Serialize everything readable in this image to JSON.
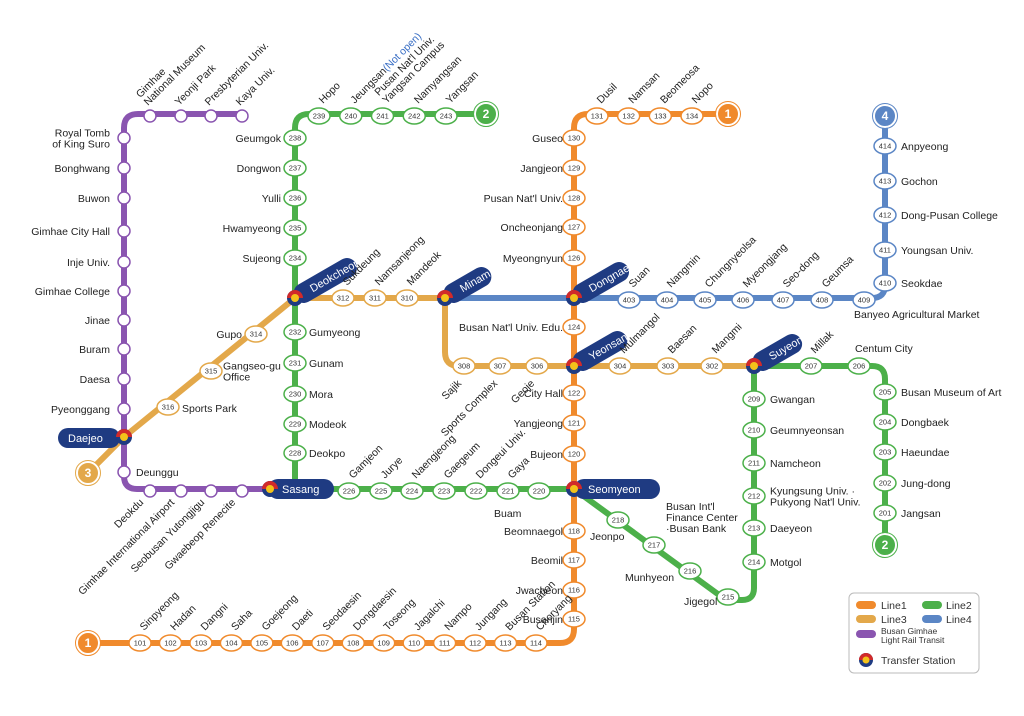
{
  "colors": {
    "line1": "#f08a2c",
    "line2": "#4cb04a",
    "line3": "#e3a84a",
    "line4": "#5b86c5",
    "bgl": "#8a55b0",
    "badge": "#1f3b82",
    "note": "#3a6fc5"
  },
  "lines": {
    "line1": {
      "endpoint": "1",
      "stations": [
        {
          "num": "101",
          "name": "Sinpyeong"
        },
        {
          "num": "102",
          "name": "Hadan"
        },
        {
          "num": "103",
          "name": "Dangni"
        },
        {
          "num": "104",
          "name": "Saha"
        },
        {
          "num": "105",
          "name": "Goejeong"
        },
        {
          "num": "106",
          "name": "Daeti"
        },
        {
          "num": "107",
          "name": "Seodaesin"
        },
        {
          "num": "108",
          "name": "Dongdaesin"
        },
        {
          "num": "109",
          "name": "Toseong"
        },
        {
          "num": "110",
          "name": "Jagalchi"
        },
        {
          "num": "111",
          "name": "Nampo"
        },
        {
          "num": "112",
          "name": "Jungang"
        },
        {
          "num": "113",
          "name": "Busan Station"
        },
        {
          "num": "114",
          "name": "Choryang"
        },
        {
          "num": "115",
          "name": "Busanjin"
        },
        {
          "num": "116",
          "name": "Jwacheon"
        },
        {
          "num": "117",
          "name": "Beomil"
        },
        {
          "num": "118",
          "name": "Beomnaegol"
        },
        {
          "num": "",
          "name": "Seomyeon"
        },
        {
          "num": "120",
          "name": "Bujeon"
        },
        {
          "num": "121",
          "name": "Yangjeong"
        },
        {
          "num": "122",
          "name": "City Hall"
        },
        {
          "num": "",
          "name": "Yeonsan"
        },
        {
          "num": "124",
          "name": "Busan Nat'l Univ. Edu."
        },
        {
          "num": "",
          "name": "Dongnae"
        },
        {
          "num": "126",
          "name": "Myeongnyun"
        },
        {
          "num": "127",
          "name": "Oncheonjang"
        },
        {
          "num": "128",
          "name": "Pusan Nat'l Univ."
        },
        {
          "num": "129",
          "name": "Jangjeon"
        },
        {
          "num": "130",
          "name": "Guseo"
        },
        {
          "num": "131",
          "name": "Dusil"
        },
        {
          "num": "132",
          "name": "Namsan"
        },
        {
          "num": "133",
          "name": "Beomeosa"
        },
        {
          "num": "134",
          "name": "Nopo"
        }
      ]
    },
    "line2": {
      "endpoint": "2",
      "stations": [
        {
          "num": "201",
          "name": "Jangsan"
        },
        {
          "num": "202",
          "name": "Jung-dong"
        },
        {
          "num": "203",
          "name": "Haeundae"
        },
        {
          "num": "204",
          "name": "Dongbaek"
        },
        {
          "num": "205",
          "name": "Busan Museum of Art"
        },
        {
          "num": "206",
          "name": "Centum City"
        },
        {
          "num": "207",
          "name": "Millak"
        },
        {
          "num": "",
          "name": "Suyeong"
        },
        {
          "num": "209",
          "name": "Gwangan"
        },
        {
          "num": "210",
          "name": "Geumnyeonsan"
        },
        {
          "num": "211",
          "name": "Namcheon"
        },
        {
          "num": "212",
          "name": "Kyungsung Univ. · Pukyong Nat'l Univ."
        },
        {
          "num": "213",
          "name": "Daeyeon"
        },
        {
          "num": "214",
          "name": "Motgol"
        },
        {
          "num": "215",
          "name": "Jigegol"
        },
        {
          "num": "216",
          "name": "Munhyeon"
        },
        {
          "num": "217",
          "name": "Busan Int'l Finance Center ·Busan Bank"
        },
        {
          "num": "218",
          "name": "Jeonpo"
        },
        {
          "num": "",
          "name": "Seomyeon"
        },
        {
          "num": "220",
          "name": "Buam"
        },
        {
          "num": "221",
          "name": "Gaya"
        },
        {
          "num": "222",
          "name": "Dongeui Univ."
        },
        {
          "num": "223",
          "name": "Gaegeum"
        },
        {
          "num": "224",
          "name": "Naengjeong"
        },
        {
          "num": "225",
          "name": "Jurye"
        },
        {
          "num": "226",
          "name": "Gamjeon"
        },
        {
          "num": "",
          "name": "Sasang"
        },
        {
          "num": "228",
          "name": "Deokpo"
        },
        {
          "num": "229",
          "name": "Modeok"
        },
        {
          "num": "230",
          "name": "Mora"
        },
        {
          "num": "231",
          "name": "Gunam"
        },
        {
          "num": "232",
          "name": "Gumyeong"
        },
        {
          "num": "",
          "name": "Deokcheon"
        },
        {
          "num": "234",
          "name": "Sujeong"
        },
        {
          "num": "235",
          "name": "Hwamyeong"
        },
        {
          "num": "236",
          "name": "Yulli"
        },
        {
          "num": "237",
          "name": "Dongwon"
        },
        {
          "num": "238",
          "name": "Geumgok"
        },
        {
          "num": "239",
          "name": "Hopo"
        },
        {
          "num": "240",
          "name": "Jeungsan"
        },
        {
          "num": "241",
          "name": "Pusan Nat'l Univ. Yangsan Campus"
        },
        {
          "num": "242",
          "name": "Namyangsan"
        },
        {
          "num": "243",
          "name": "Yangsan"
        }
      ]
    },
    "line3": {
      "endpoint": "3",
      "stations": [
        {
          "num": "",
          "name": "Suyeong"
        },
        {
          "num": "302",
          "name": "Mangmi"
        },
        {
          "num": "303",
          "name": "Baesan"
        },
        {
          "num": "304",
          "name": "Mulmangol"
        },
        {
          "num": "",
          "name": "Yeonsan"
        },
        {
          "num": "306",
          "name": "Geoje"
        },
        {
          "num": "307",
          "name": "Sports Complex"
        },
        {
          "num": "308",
          "name": "Sajik"
        },
        {
          "num": "",
          "name": "Minam"
        },
        {
          "num": "310",
          "name": "Mandeok"
        },
        {
          "num": "311",
          "name": "Namsanjeong"
        },
        {
          "num": "312",
          "name": "Sukdeung"
        },
        {
          "num": "",
          "name": "Deokcheon"
        },
        {
          "num": "314",
          "name": "Gupo"
        },
        {
          "num": "315",
          "name": "Gangseo-gu Office"
        },
        {
          "num": "316",
          "name": "Sports Park"
        },
        {
          "num": "",
          "name": "Daejeo"
        }
      ]
    },
    "line4": {
      "endpoint": "4",
      "stations": [
        {
          "num": "",
          "name": "Minam"
        },
        {
          "num": "",
          "name": "Dongnae"
        },
        {
          "num": "403",
          "name": "Suan"
        },
        {
          "num": "404",
          "name": "Nangmin"
        },
        {
          "num": "405",
          "name": "Chungnyeolsa"
        },
        {
          "num": "406",
          "name": "Myeongjang"
        },
        {
          "num": "407",
          "name": "Seo-dong"
        },
        {
          "num": "408",
          "name": "Geumsa"
        },
        {
          "num": "409",
          "name": "Banyeo Agricultural Market"
        },
        {
          "num": "410",
          "name": "Seokdae"
        },
        {
          "num": "411",
          "name": "Youngsan Univ."
        },
        {
          "num": "412",
          "name": "Dong-Pusan College"
        },
        {
          "num": "413",
          "name": "Gochon"
        },
        {
          "num": "414",
          "name": "Anpyeong"
        }
      ]
    },
    "bgl": {
      "stations": [
        "Sasang",
        "Gwaebeop Renecite",
        "Seobusan Yutongjigu",
        "Gimhae International Airport",
        "Deokdu",
        "Deunggu",
        "Daejeo",
        "Pyeonggang",
        "Daesa",
        "Buram",
        "Jinae",
        "Gimhae College",
        "Inje Univ.",
        "Gimhae City Hall",
        "Buwon",
        "Bonghwang",
        "Royal Tomb of King Suro",
        "Gimhae National Museum",
        "Yeonji Park",
        "Presbyterian Univ.",
        "Kaya Univ."
      ]
    }
  },
  "transfers": [
    "Daejeo",
    "Deokcheon",
    "Minam",
    "Dongnae",
    "Yeonsan",
    "Suyeong",
    "Sasang",
    "Seomyeon"
  ],
  "notes": {
    "not_open": "(Not open)"
  },
  "legend": {
    "line1": "Line1",
    "line2": "Line2",
    "line3": "Line3",
    "line4": "Line4",
    "bgl": "Busan Gimhae Light Rail Transit",
    "transfer": "Transfer Station"
  }
}
